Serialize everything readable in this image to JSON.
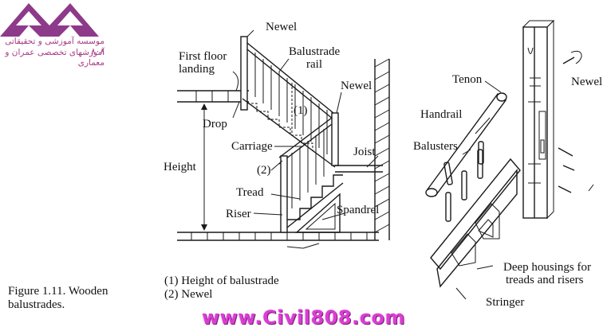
{
  "logo": {
    "line1": "موسسه آموزشی و تحقیقاتی ۸۰۸",
    "line2": "آموزشهای تخصصی عمران و معماری",
    "colors": {
      "mark": "#8e3a8a",
      "text": "#a83c84"
    }
  },
  "left_diagram": {
    "labels": {
      "newel_top": "Newel",
      "balustrade_rail_1": "Balustrade",
      "balustrade_rail_2": "rail",
      "first_floor_landing_1": "First floor",
      "first_floor_landing_2": "landing",
      "newel_mid": "Newel",
      "marker_1": "(1)",
      "drop": "Drop",
      "carriage": "Carriage",
      "joist": "Joist",
      "height": "Height",
      "marker_2": "(2)",
      "tread": "Tread",
      "riser": "Riser",
      "spandrel": "Spandrel"
    },
    "legend": {
      "item1": "(1) Height of balustrade",
      "item2": "(2) Newel"
    }
  },
  "right_diagram": {
    "labels": {
      "tenon": "Tenon",
      "newel": "Newel",
      "handrail": "Handrail",
      "balusters": "Balusters",
      "deep_housings_1": "Deep housings for",
      "deep_housings_2": "treads and risers",
      "stringer": "Stringer"
    }
  },
  "caption": {
    "line1": "Figure 1.11. Wooden",
    "line2": "balustrades."
  },
  "watermark": {
    "text": "www.Civil808.com",
    "color": "#d83fd2"
  }
}
